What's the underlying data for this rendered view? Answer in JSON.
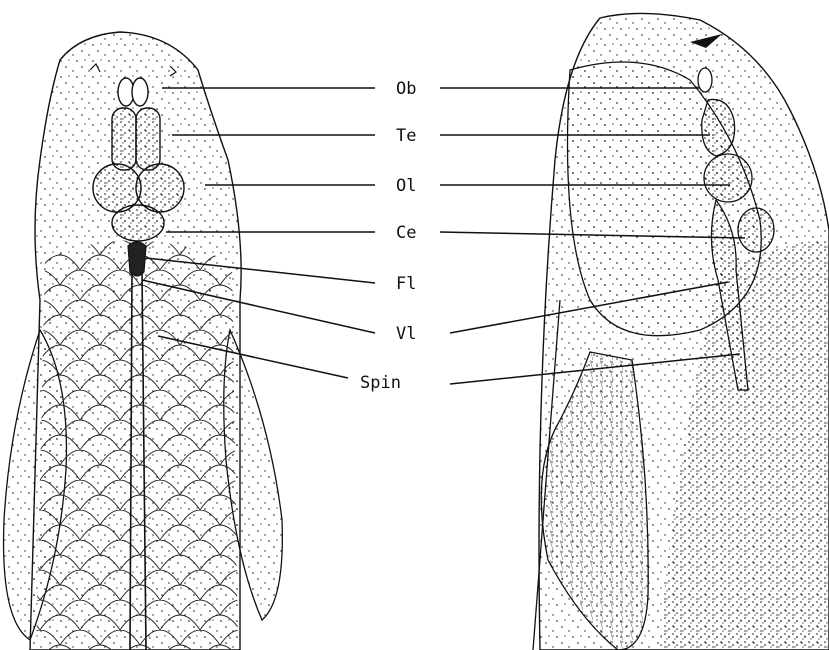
{
  "figure": {
    "labels": [
      {
        "id": "ob",
        "text": "Ob"
      },
      {
        "id": "te",
        "text": "Te"
      },
      {
        "id": "ol",
        "text": "Ol"
      },
      {
        "id": "ce",
        "text": "Ce"
      },
      {
        "id": "fl",
        "text": "Fl"
      },
      {
        "id": "vl",
        "text": "Vl"
      },
      {
        "id": "spin",
        "text": "Spin"
      }
    ],
    "ink_color": "#111111",
    "background": "#ffffff"
  }
}
